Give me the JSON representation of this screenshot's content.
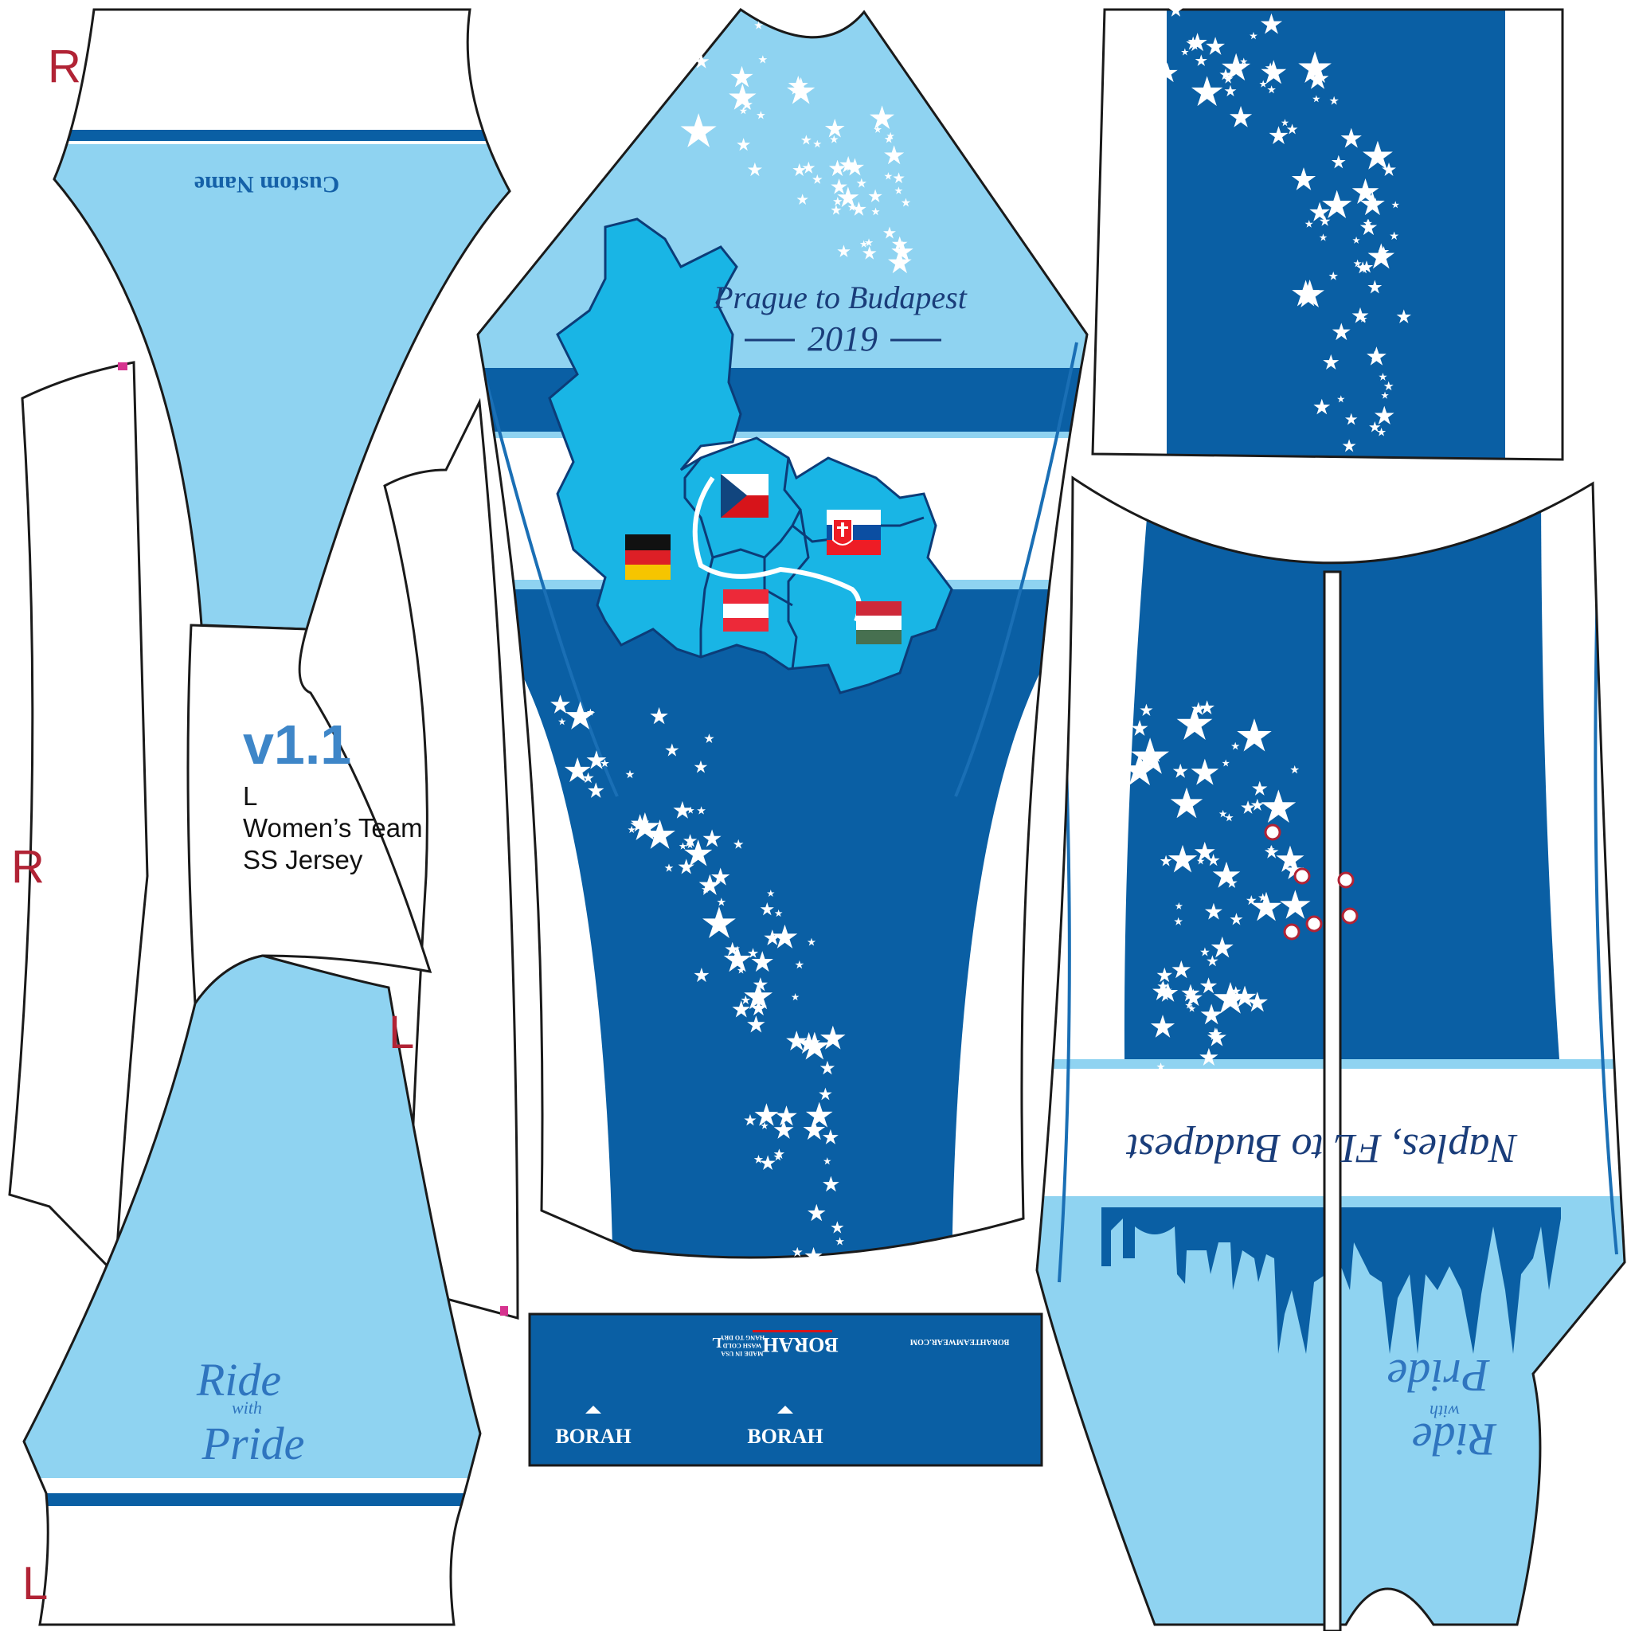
{
  "side_labels": {
    "r_top": "R",
    "r_mid": "R",
    "l_mid": "L",
    "l_bottom": "L"
  },
  "spec": {
    "version": "v1.1",
    "size": "L",
    "team": "Women’s Team",
    "garment": "SS Jersey"
  },
  "sleeve_right": {
    "custom_name": "Custom Name"
  },
  "sleeve_left": {
    "slogan_line1": "Ride",
    "slogan_line2": "with",
    "slogan_line3": "Pride"
  },
  "front": {
    "event_title": "Prague to Budapest",
    "event_year": "2019"
  },
  "back": {
    "banner": "Naples, FL to Budapest",
    "slogan_line1": "Ride",
    "slogan_line2": "with",
    "slogan_line3": "Pride"
  },
  "collar": {
    "brand_left": "BORAH",
    "brand_center": "BORAH",
    "brand_label": "BORAH",
    "care_line1": "MADE IN USA",
    "care_line2": "WASH COLD",
    "care_line3": "HANG TO DRY",
    "size_tag": "L",
    "website": "BORAHTEAMWEAR.COM"
  },
  "colors": {
    "navy": "#0a5fa4",
    "sky": "#8fd3f1",
    "map": "#19b5e5",
    "outline": "#1a1a1a",
    "label_red": "#b12335",
    "version_blue": "#3e86c8",
    "script_navy": "#1a3d7a"
  }
}
